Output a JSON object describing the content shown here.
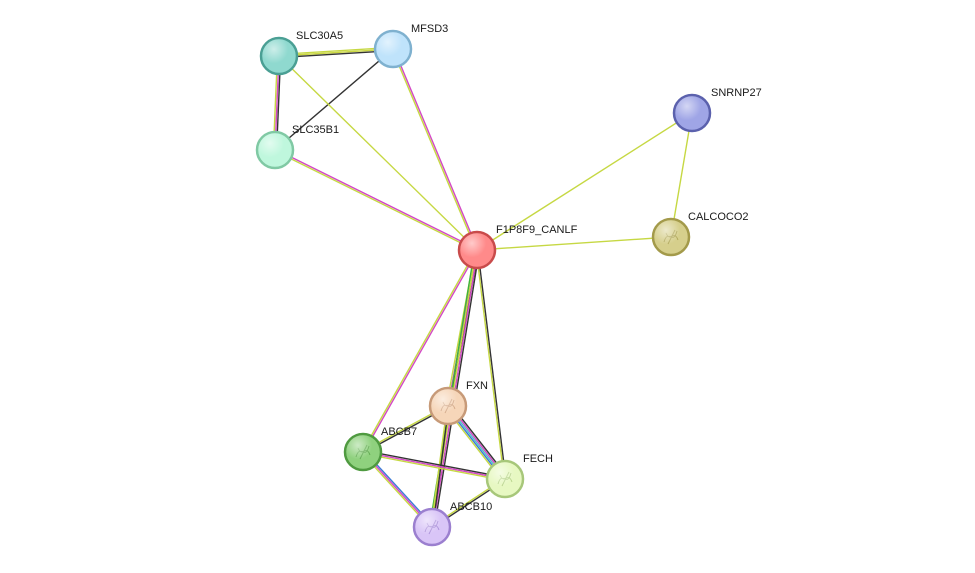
{
  "network": {
    "nodes": [
      {
        "id": "F1P8F9_CANLF",
        "label": "F1P8F9_CANLF",
        "color": "#ff8a8a",
        "stroke": "#c94b4b",
        "query": true,
        "structure": false
      },
      {
        "id": "SLC30A5",
        "label": "SLC30A5",
        "color": "#8fd9cf",
        "stroke": "#4a9f94",
        "structure": false
      },
      {
        "id": "MFSD3",
        "label": "MFSD3",
        "color": "#bfe3fb",
        "stroke": "#7fb1cf",
        "structure": false
      },
      {
        "id": "SLC35B1",
        "label": "SLC35B1",
        "color": "#bff7dd",
        "stroke": "#80c9a4",
        "structure": false
      },
      {
        "id": "SNRNP27",
        "label": "SNRNP27",
        "color": "#9fa5e6",
        "stroke": "#5b61ad",
        "structure": false
      },
      {
        "id": "CALCOCO2",
        "label": "CALCOCO2",
        "color": "#d6cf8c",
        "stroke": "#a39a4a",
        "structure": true
      },
      {
        "id": "FXN",
        "label": "FXN",
        "color": "#f6d6b9",
        "stroke": "#c79a78",
        "structure": true
      },
      {
        "id": "ABCB7",
        "label": "ABCB7",
        "color": "#8fd17e",
        "stroke": "#4f9a40",
        "structure": true
      },
      {
        "id": "FECH",
        "label": "FECH",
        "color": "#e7f8c2",
        "stroke": "#a7c77a",
        "structure": true
      },
      {
        "id": "ABCB10",
        "label": "ABCB10",
        "color": "#d9c5f7",
        "stroke": "#9b7fcf",
        "structure": true
      }
    ],
    "edges": [
      {
        "from": "SLC30A5",
        "to": "MFSD3",
        "colors": [
          "#c6d843",
          "#cbd843",
          "#333333"
        ]
      },
      {
        "from": "SLC30A5",
        "to": "SLC35B1",
        "colors": [
          "#333333",
          "#d348c5",
          "#c6d843"
        ]
      },
      {
        "from": "MFSD3",
        "to": "SLC35B1",
        "colors": [
          "#333333"
        ]
      },
      {
        "from": "SLC30A5",
        "to": "F1P8F9_CANLF",
        "colors": [
          "#c6d843"
        ]
      },
      {
        "from": "MFSD3",
        "to": "F1P8F9_CANLF",
        "colors": [
          "#d348c5",
          "#c6d843"
        ]
      },
      {
        "from": "SLC35B1",
        "to": "F1P8F9_CANLF",
        "colors": [
          "#d348c5",
          "#c6d843"
        ]
      },
      {
        "from": "SNRNP27",
        "to": "F1P8F9_CANLF",
        "colors": [
          "#c6d843"
        ]
      },
      {
        "from": "SNRNP27",
        "to": "CALCOCO2",
        "colors": [
          "#c6d843"
        ]
      },
      {
        "from": "CALCOCO2",
        "to": "F1P8F9_CANLF",
        "colors": [
          "#c6d843"
        ]
      },
      {
        "from": "F1P8F9_CANLF",
        "to": "FXN",
        "colors": [
          "#333333",
          "#d348c5",
          "#c6d843"
        ]
      },
      {
        "from": "F1P8F9_CANLF",
        "to": "ABCB7",
        "colors": [
          "#d348c5",
          "#c6d843"
        ]
      },
      {
        "from": "F1P8F9_CANLF",
        "to": "FECH",
        "colors": [
          "#333333",
          "#c6d843"
        ]
      },
      {
        "from": "F1P8F9_CANLF",
        "to": "ABCB10",
        "colors": [
          "#333333",
          "#d348c5",
          "#c6d843",
          "#3cb43c"
        ]
      },
      {
        "from": "FXN",
        "to": "ABCB7",
        "colors": [
          "#333333",
          "#c6d843"
        ]
      },
      {
        "from": "FXN",
        "to": "FECH",
        "colors": [
          "#333333",
          "#d348c5",
          "#4cc0c8",
          "#3c7bd6",
          "#c6d843"
        ]
      },
      {
        "from": "FXN",
        "to": "ABCB10",
        "colors": [
          "#333333",
          "#c6d843"
        ]
      },
      {
        "from": "ABCB7",
        "to": "FECH",
        "colors": [
          "#333333",
          "#d348c5",
          "#c6d843"
        ]
      },
      {
        "from": "ABCB7",
        "to": "ABCB10",
        "colors": [
          "#3c7bd6",
          "#d348c5",
          "#c6d843"
        ]
      },
      {
        "from": "FECH",
        "to": "ABCB10",
        "colors": [
          "#333333",
          "#c6d843"
        ]
      }
    ]
  }
}
